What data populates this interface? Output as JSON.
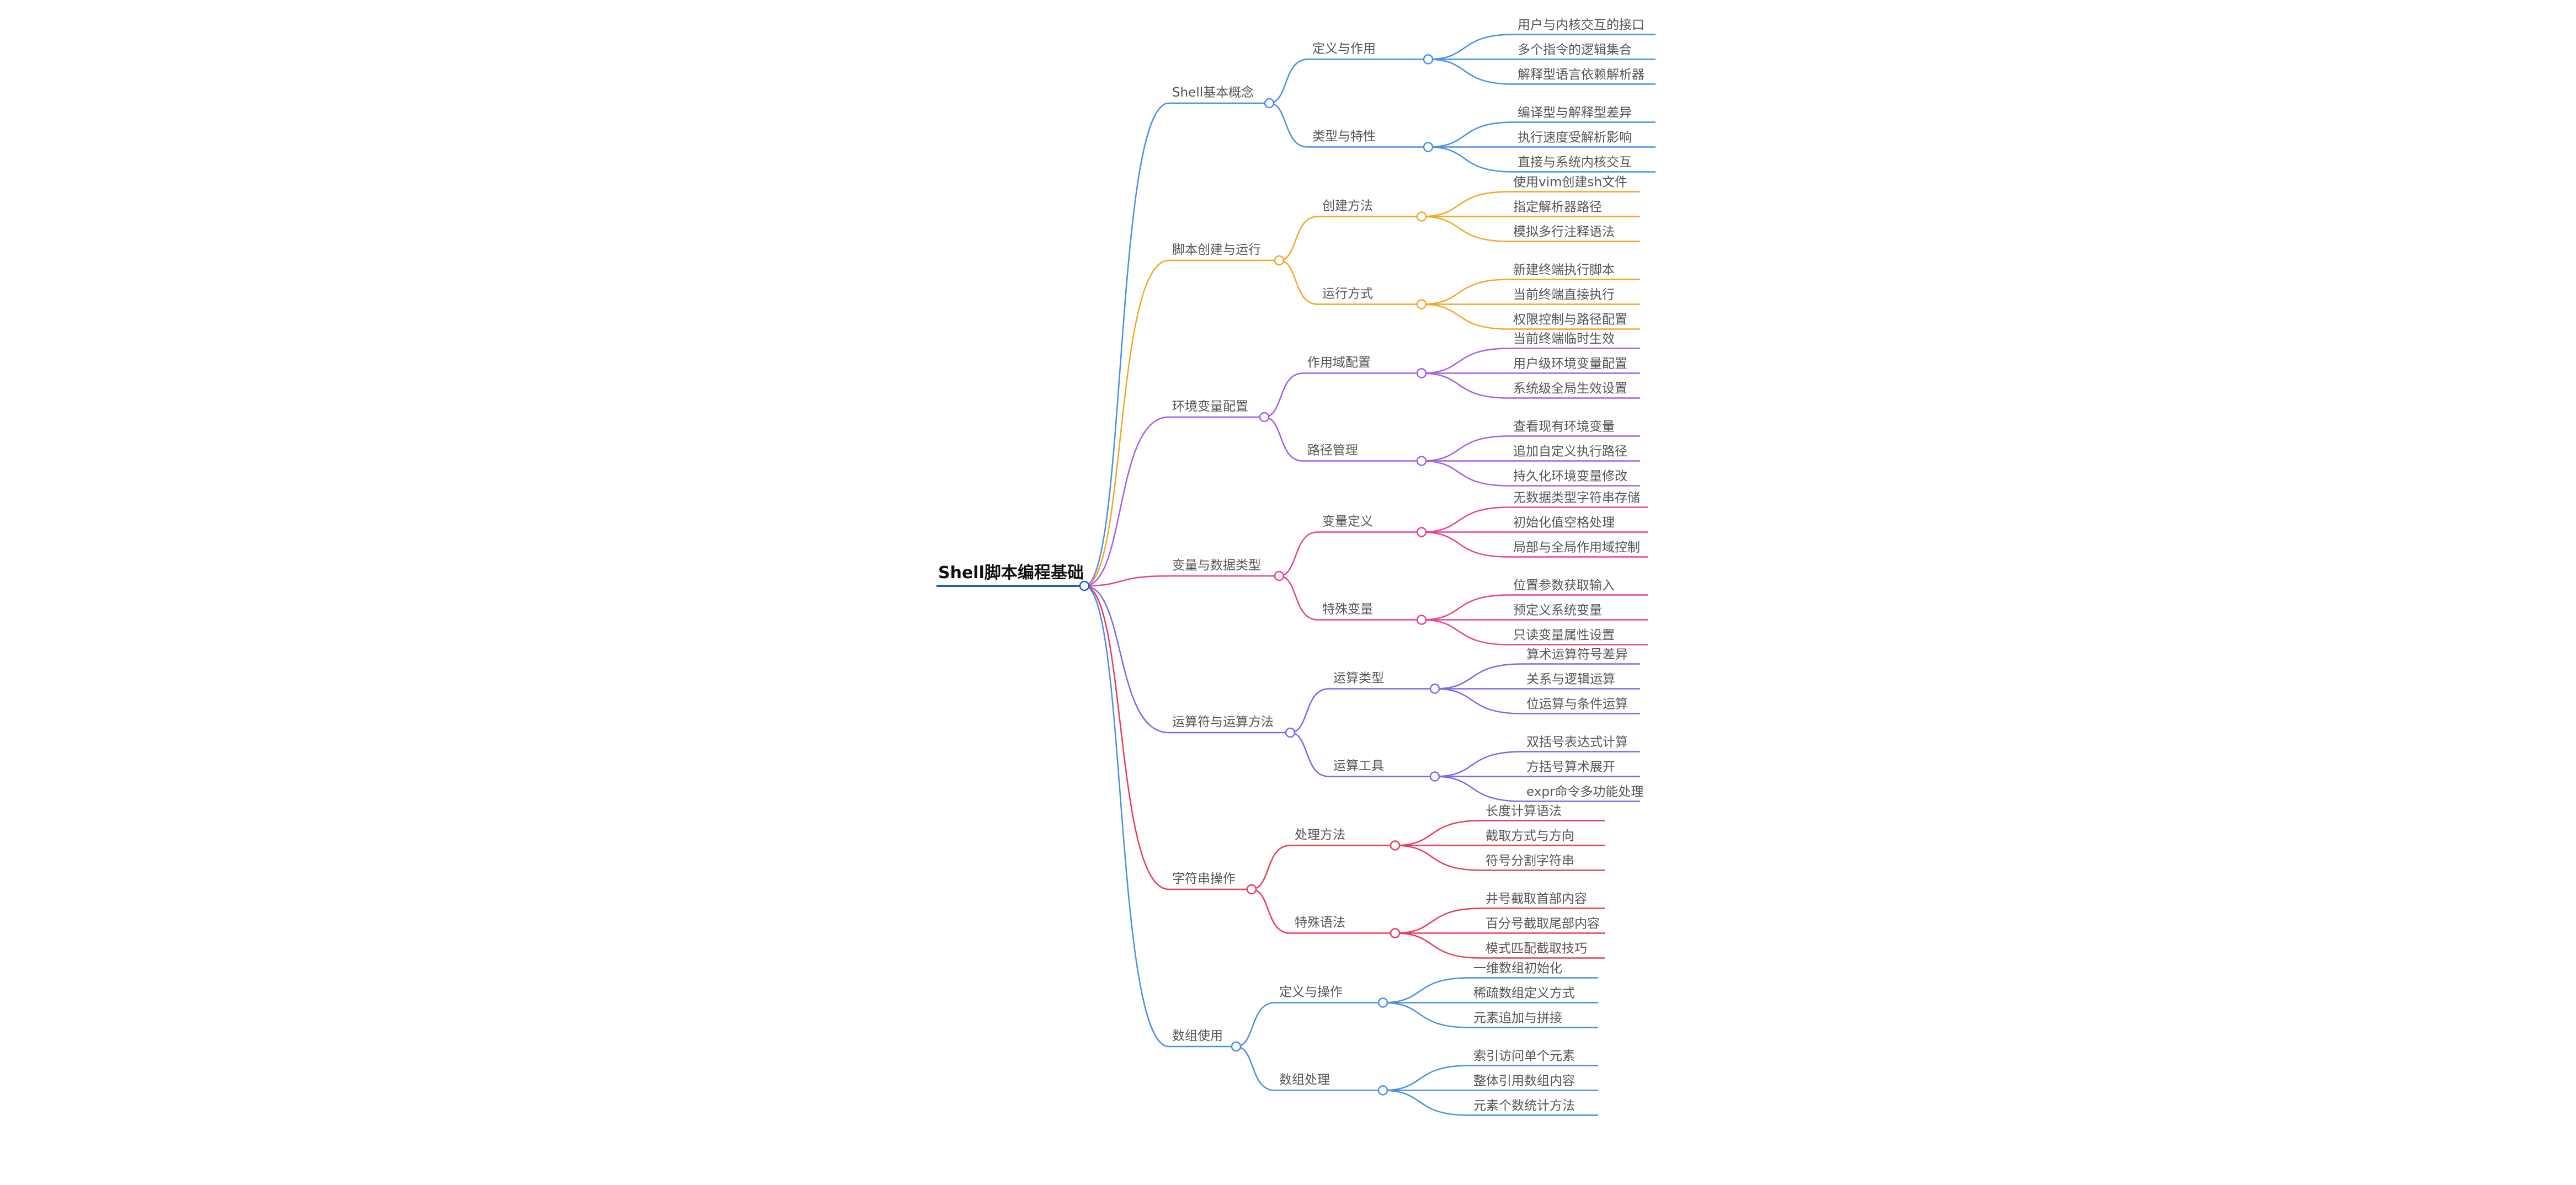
{
  "mindmap": {
    "root": "Shell脚本编程基础",
    "branches": [
      {
        "label": "Shell基本概念",
        "color": "#4a90e2",
        "children": [
          {
            "label": "定义与作用",
            "leaves": [
              "用户与内核交互的接口",
              "多个指令的逻辑集合",
              "解释型语言依赖解析器"
            ]
          },
          {
            "label": "类型与特性",
            "leaves": [
              "编译型与解释型差异",
              "执行速度受解析影响",
              "直接与系统内核交互"
            ]
          }
        ]
      },
      {
        "label": "脚本创建与运行",
        "color": "#f5a623",
        "children": [
          {
            "label": "创建方法",
            "leaves": [
              "使用vim创建sh文件",
              "指定解析器路径",
              "模拟多行注释语法"
            ]
          },
          {
            "label": "运行方式",
            "leaves": [
              "新建终端执行脚本",
              "当前终端直接执行",
              "权限控制与路径配置"
            ]
          }
        ]
      },
      {
        "label": "环境变量配置",
        "color": "#a55eea",
        "children": [
          {
            "label": "作用域配置",
            "leaves": [
              "当前终端临时生效",
              "用户级环境变量配置",
              "系统级全局生效设置"
            ]
          },
          {
            "label": "路径管理",
            "leaves": [
              "查看现有环境变量",
              "追加自定义执行路径",
              "持久化环境变量修改"
            ]
          }
        ]
      },
      {
        "label": "变量与数据类型",
        "color": "#e84393",
        "children": [
          {
            "label": "变量定义",
            "leaves": [
              "无数据类型字符串存储",
              "初始化值空格处理",
              "局部与全局作用域控制"
            ]
          },
          {
            "label": "特殊变量",
            "leaves": [
              "位置参数获取输入",
              "预定义系统变量",
              "只读变量属性设置"
            ]
          }
        ]
      },
      {
        "label": "运算符与运算方法",
        "color": "#7b68ee",
        "children": [
          {
            "label": "运算类型",
            "leaves": [
              "算术运算符号差异",
              "关系与逻辑运算",
              "位运算与条件运算"
            ]
          },
          {
            "label": "运算工具",
            "leaves": [
              "双括号表达式计算",
              "方括号算术展开",
              "expr命令多功能处理"
            ]
          }
        ]
      },
      {
        "label": "字符串操作",
        "color": "#eb3b5a",
        "children": [
          {
            "label": "处理方法",
            "leaves": [
              "长度计算语法",
              "截取方式与方向",
              "符号分割字符串"
            ]
          },
          {
            "label": "特殊语法",
            "leaves": [
              "井号截取首部内容",
              "百分号截取尾部内容",
              "模式匹配截取技巧"
            ]
          }
        ]
      },
      {
        "label": "数组使用",
        "color": "#4a90e2",
        "children": [
          {
            "label": "定义与操作",
            "leaves": [
              "一维数组初始化",
              "稀疏数组定义方式",
              "元素追加与拼接"
            ]
          },
          {
            "label": "数组处理",
            "leaves": [
              "索引访问单个元素",
              "整体引用数组内容",
              "元素个数统计方法"
            ]
          }
        ]
      }
    ]
  }
}
